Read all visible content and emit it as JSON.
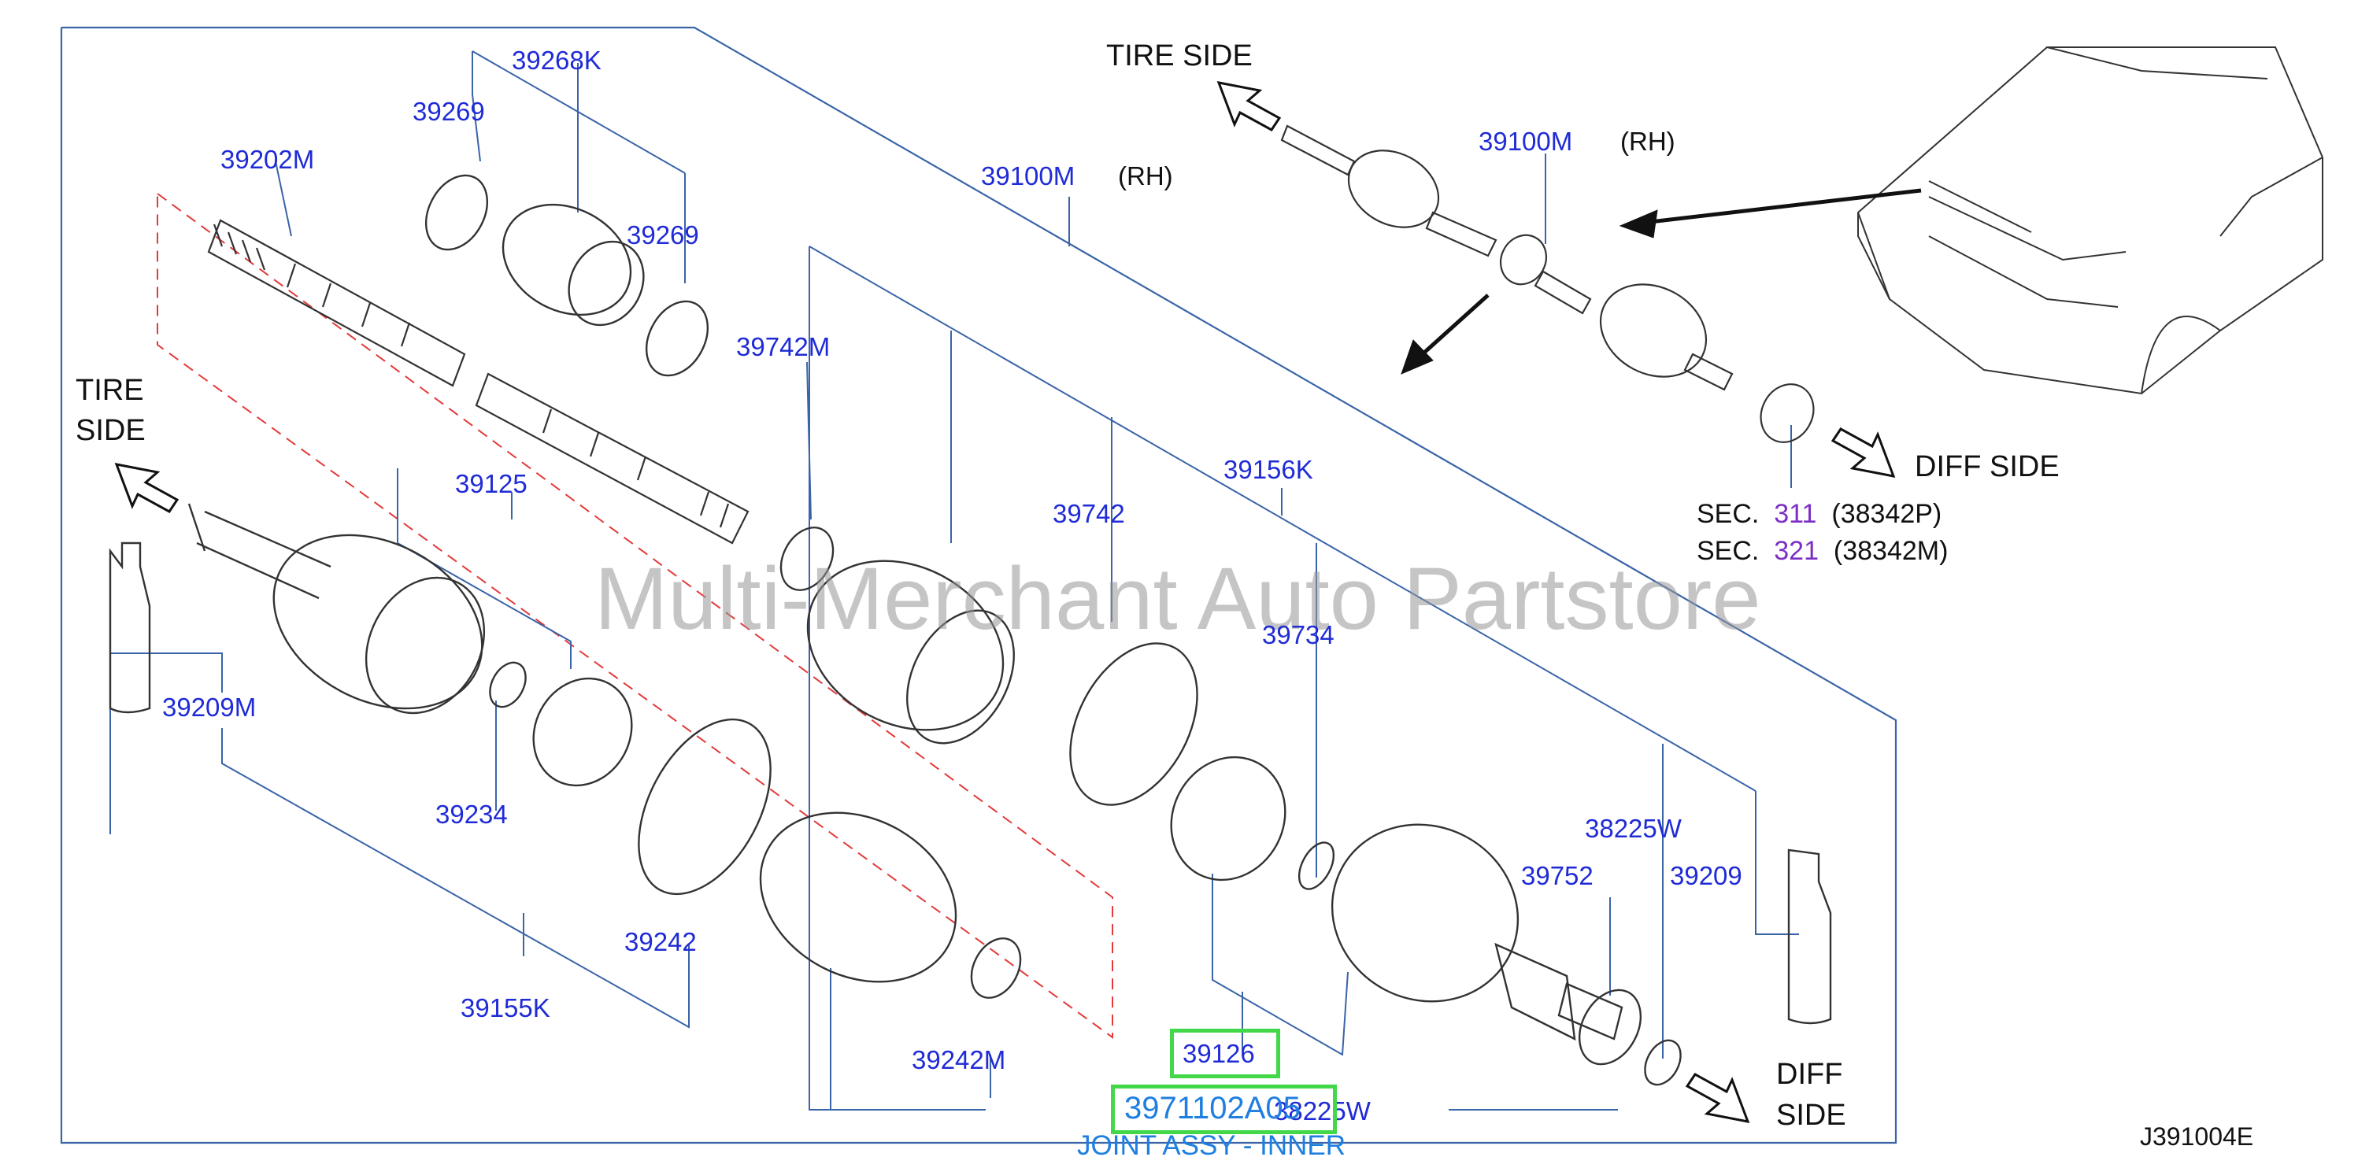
{
  "diagram_code": "J391004E",
  "watermark": "Multi-Merchant Auto Partstore",
  "directions": {
    "tire_side": "TIRE  SIDE",
    "tire": "TIRE",
    "side": "SIDE",
    "diff_side": "DIFF  SIDE",
    "diff": "DIFF"
  },
  "sections": [
    {
      "prefix": "SEC.",
      "number": "311",
      "code": "(38342P)"
    },
    {
      "prefix": "SEC.",
      "number": "321",
      "code": "(38342M)"
    }
  ],
  "parts": {
    "p39268K": "39268K",
    "p39269a": "39269",
    "p39269b": "39269",
    "p39202M": "39202M",
    "p39100M_main": "39100M",
    "rh_main": "(RH)",
    "p39100M_small": "39100M",
    "rh_small": "(RH)",
    "p39742M": "39742M",
    "p39742": "39742",
    "p39156K": "39156K",
    "p39125": "39125",
    "p39734": "39734",
    "p39209M": "39209M",
    "p39234": "39234",
    "p38225W_a": "38225W",
    "p39752": "39752",
    "p39209": "39209",
    "p39242": "39242",
    "p39155K": "39155K",
    "p39242M": "39242M",
    "p39126": "39126",
    "p38225W_b": "38225W"
  },
  "highlight": {
    "part_number": "3971102A05",
    "description": "JOINT ASSY - INNER",
    "highlight_color": "#43d84a",
    "text_color": "#1f7fe0"
  },
  "colors": {
    "label_blue": "#1f2bd6",
    "section_purple": "#7b2fc4",
    "outline_line": "#3a64a8",
    "dashed_red": "#e23a3a"
  }
}
